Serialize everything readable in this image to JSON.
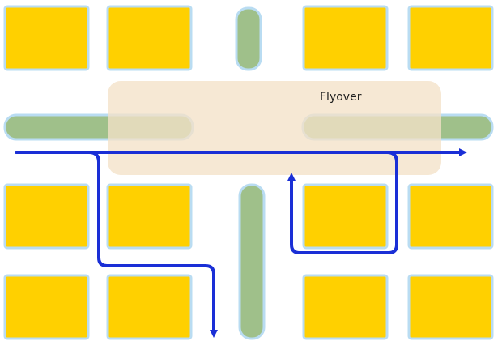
{
  "diagram": {
    "flyover_label": "Flyover",
    "colors": {
      "block_fill": "#ffd000",
      "block_edge": "#b9dcf2",
      "median_fill": "#9fc08a",
      "flyover_fill": "#f3e2c8",
      "route": "#1a2fd6",
      "background": "#ffffff"
    },
    "city_blocks_count": 12,
    "routes": [
      "straight-through",
      "turn-left-down",
      "u-turn-under-flyover"
    ]
  }
}
